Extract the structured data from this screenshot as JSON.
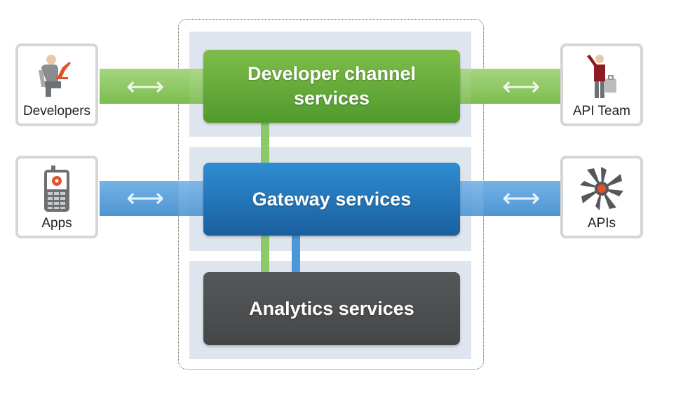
{
  "actors": {
    "developers": "Developers",
    "apps": "Apps",
    "api_team": "API Team",
    "apis": "APIs"
  },
  "services": {
    "developer_channel": "Developer channel\nservices",
    "gateway": "Gateway services",
    "analytics": "Analytics services"
  },
  "arrow_glyph": "⟷",
  "colors": {
    "green": "#6aaf3d",
    "blue": "#2473b9",
    "gray": "#4b4d4f",
    "panel": "#dfe5ee",
    "actor_border": "#d6d6d6"
  },
  "icons": [
    "developer-at-laptop-icon",
    "mobile-phone-icon",
    "traveler-with-suitcase-icon",
    "api-hub-icon"
  ]
}
